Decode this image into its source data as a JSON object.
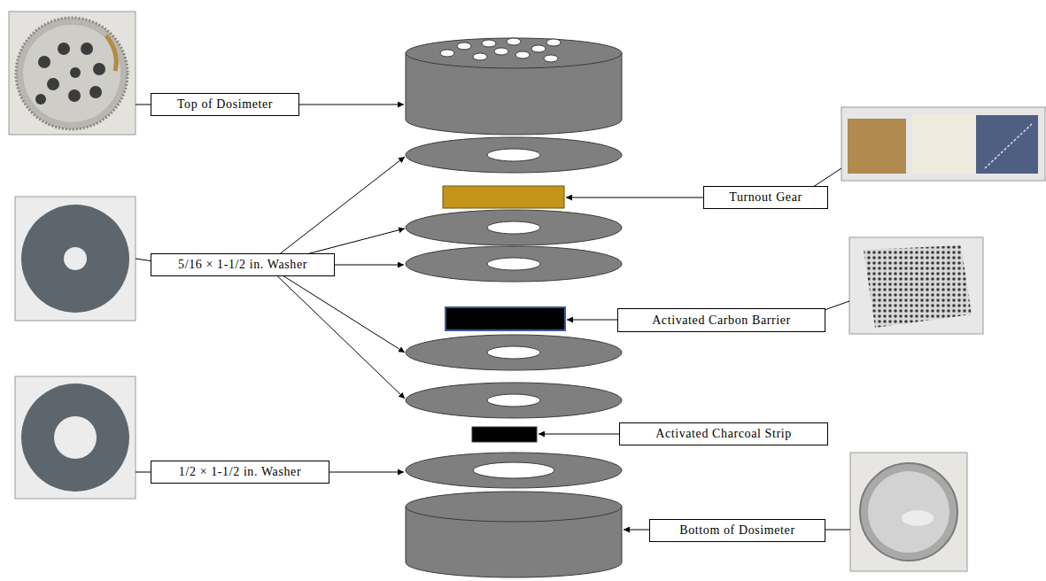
{
  "diagram": {
    "nodes": [
      {
        "text": [
          "Top of Dosimeter"
        ]
      },
      {
        "text": [
          "Turnout Gear"
        ]
      },
      {
        "text": [
          "5/16 × 1-1/2 in. Washer"
        ]
      },
      {
        "text": [
          "Activated Carbon Barrier"
        ]
      },
      {
        "text": [
          "Activated Charcoal Strip"
        ]
      },
      {
        "text": [
          "1/2 × 1-1/2 in. Washer"
        ]
      },
      {
        "text": [
          "Bottom of Dosimeter"
        ]
      }
    ]
  }
}
